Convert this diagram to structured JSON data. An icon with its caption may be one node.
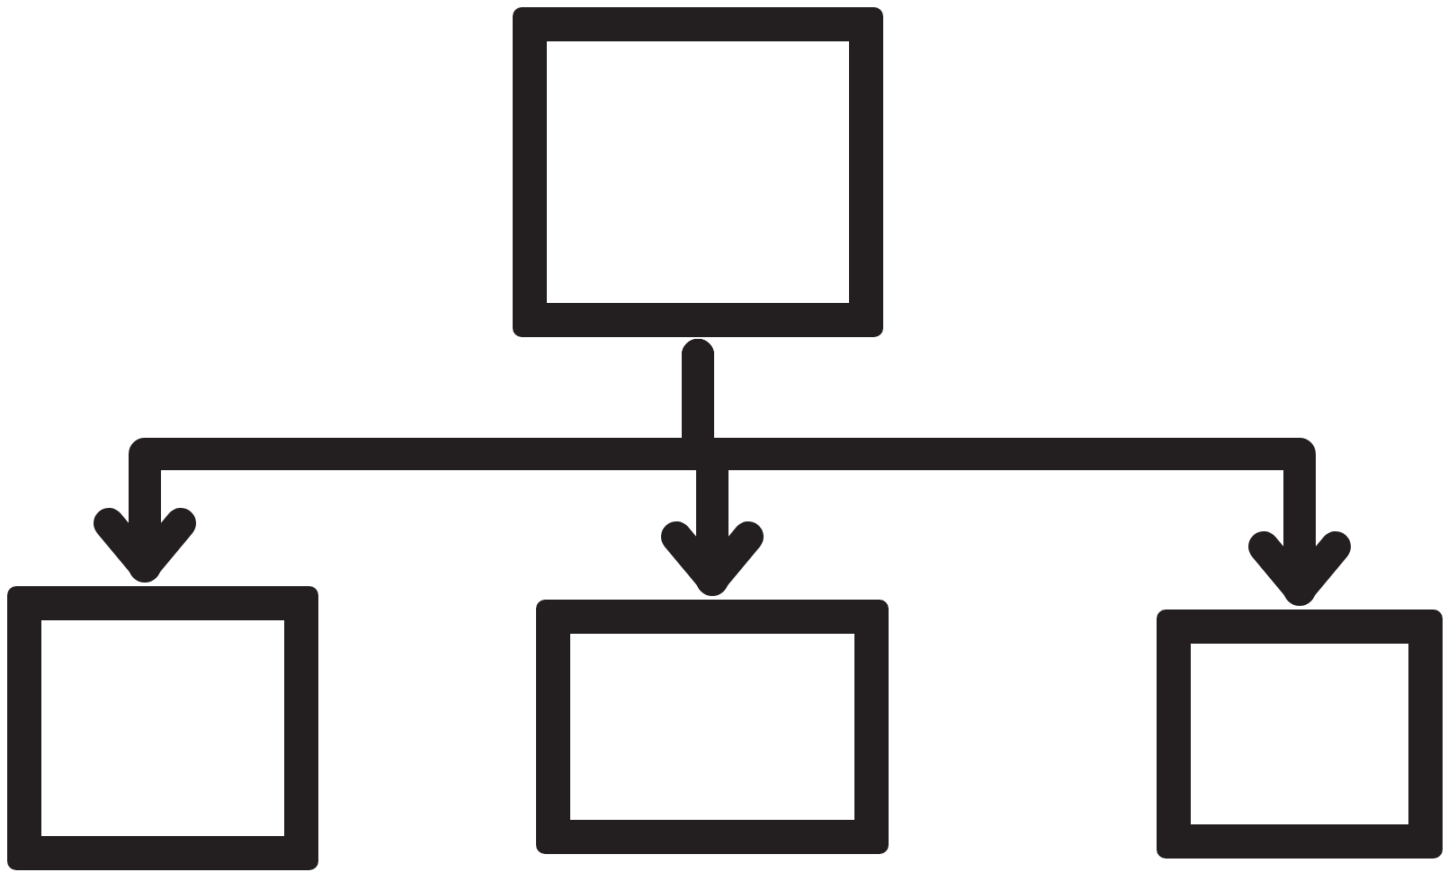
{
  "diagram": {
    "nodes": [
      {
        "text": [],
        "shape": "box"
      },
      {
        "text": [],
        "shape": "box"
      },
      {
        "text": [],
        "shape": "box"
      },
      {
        "text": [],
        "shape": "box"
      }
    ],
    "edges": [
      {
        "from": 0,
        "to": 1,
        "arrow": "to"
      },
      {
        "from": 0,
        "to": 2,
        "arrow": "to"
      },
      {
        "from": 0,
        "to": 3,
        "arrow": "to"
      }
    ]
  }
}
